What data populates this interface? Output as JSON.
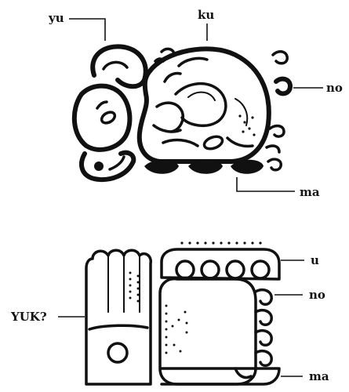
{
  "top_glyph": {
    "labels": {
      "yu": "yu",
      "ku": "ku",
      "no": "no",
      "ma": "ma"
    }
  },
  "bottom_glyph": {
    "labels": {
      "u": "u",
      "no": "no",
      "yuk": "YUK?",
      "ma": "ma"
    }
  }
}
